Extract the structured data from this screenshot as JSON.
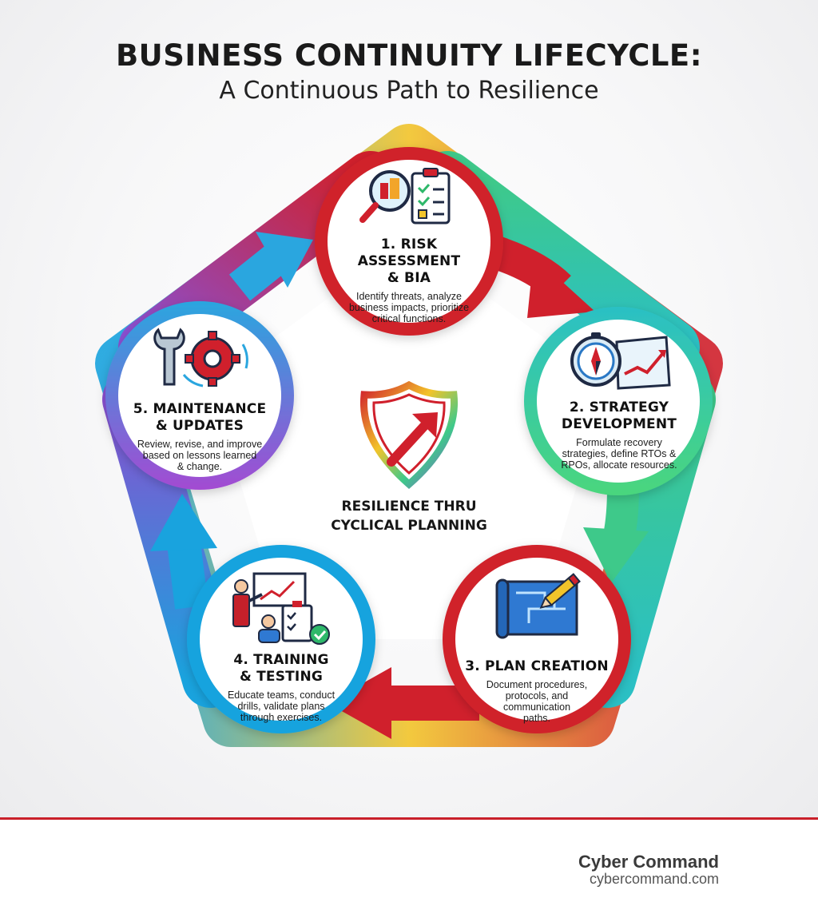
{
  "header": {
    "title": "BUSINESS CONTINUITY LIFECYCLE:",
    "subtitle": "A Continuous Path to Resilience"
  },
  "center": {
    "label_line1": "RESILIENCE THRU",
    "label_line2": "CYCLICAL PLANNING",
    "icon": "shield-arrow-icon"
  },
  "steps": [
    {
      "title_line1": "1. RISK ASSESSMENT",
      "title_line2": "& BIA",
      "desc": [
        "Identify threats, analyze",
        "business impacts, prioritize",
        "critical functions."
      ],
      "icon": "magnifier-clipboard-icon",
      "color": "#d0202c"
    },
    {
      "title_line1": "2. STRATEGY",
      "title_line2": "DEVELOPMENT",
      "desc": [
        "Formulate recovery",
        "strategies, define RTOs &",
        "RPOs, allocate resources."
      ],
      "icon": "compass-map-icon",
      "color": "#3ec98a"
    },
    {
      "title_line1": "3. PLAN CREATION",
      "title_line2": "",
      "desc": [
        "Document procedures,",
        "protocols, and",
        "communication",
        "paths."
      ],
      "icon": "blueprint-pencil-icon",
      "color": "#d0202c"
    },
    {
      "title_line1": "4. TRAINING",
      "title_line2": "& TESTING",
      "desc": [
        "Educate teams, conduct",
        "drills, validate plans",
        "through exercises."
      ],
      "icon": "presenter-checklist-icon",
      "color": "#19a3de"
    },
    {
      "title_line1": "5. MAINTENANCE",
      "title_line2": "& UPDATES",
      "desc": [
        "Review, revise, and improve",
        "based on lessons learned",
        "& change."
      ],
      "icon": "wrench-gear-icon",
      "color": "#7a5ad6"
    }
  ],
  "footer": {
    "brand": "Cyber Command",
    "url": "cybercommand.com"
  },
  "colors": {
    "red": "#d0202c",
    "green": "#3ec98a",
    "teal": "#2bc0c4",
    "blue": "#19a3de",
    "purple": "#8a4fd0",
    "yellow": "#f2c42a"
  }
}
